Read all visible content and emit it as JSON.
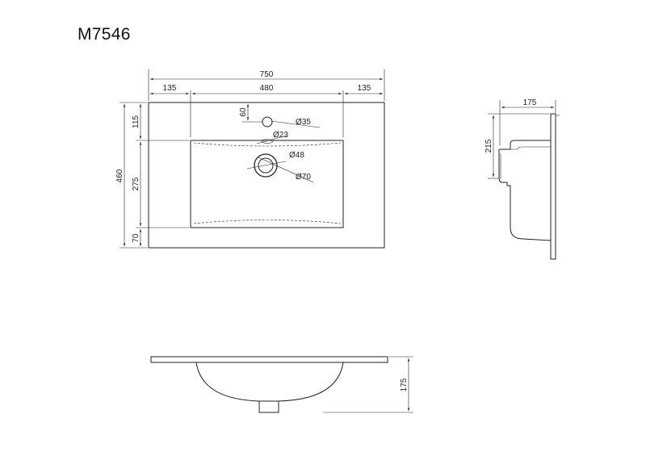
{
  "title": "M7546",
  "top_view": {
    "overall_width": "750",
    "left_margin": "135",
    "basin_width": "480",
    "right_margin": "135",
    "overall_depth": "460",
    "back_margin": "115",
    "basin_depth": "275",
    "front_margin": "70",
    "tap_offset": "60",
    "tap_hole": "Ø35",
    "overflow": "Ø23",
    "drain_inner": "Ø48",
    "drain_outer": "Ø70"
  },
  "side_view": {
    "depth": "175",
    "height": "215"
  },
  "front_view": {
    "height": "175"
  }
}
